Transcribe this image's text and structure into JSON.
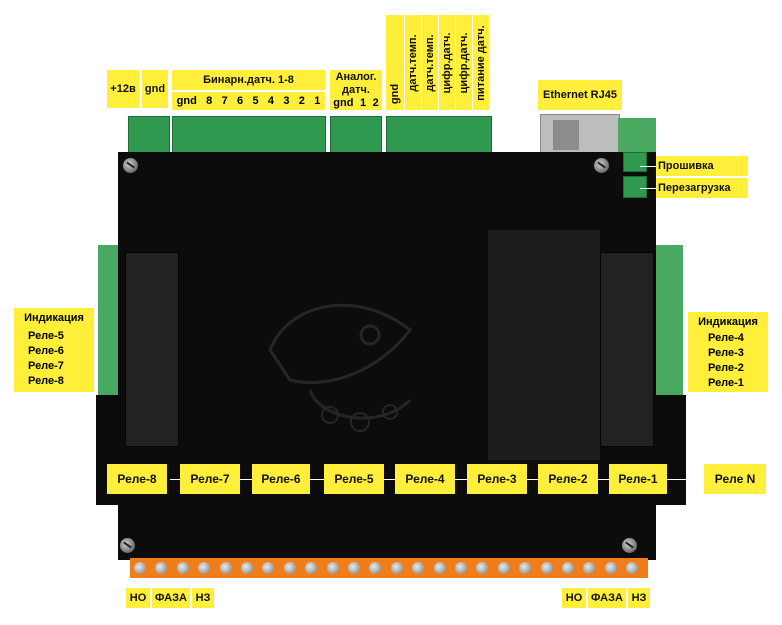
{
  "top_labels": {
    "plus12v": "+12в",
    "gnd_power": "gnd",
    "binary_title": "Бинарн.датч. 1-8",
    "binary_pins": [
      "gnd",
      "8",
      "7",
      "6",
      "5",
      "4",
      "3",
      "2",
      "1"
    ],
    "analog_title_1": "Аналог.",
    "analog_title_2": "датч.",
    "analog_pins": [
      "gnd",
      "1",
      "2"
    ],
    "sensor_vertical": [
      "gnd",
      "датч.темп.",
      "датч.темп.",
      "цифр.датч.",
      "цифр.датч.",
      "питание датч."
    ],
    "ethernet": "Ethernet RJ45"
  },
  "right_buttons": {
    "flash": "Прошивка",
    "reboot": "Перезагрузка"
  },
  "left_indication": {
    "title": "Индикация",
    "items": [
      "Реле-5",
      "Реле-6",
      "Реле-7",
      "Реле-8"
    ]
  },
  "right_indication": {
    "title": "Индикация",
    "items": [
      "Реле-4",
      "Реле-3",
      "Реле-2",
      "Реле-1"
    ]
  },
  "relays": [
    "Реле-8",
    "Реле-7",
    "Реле-6",
    "Реле-5",
    "Реле-4",
    "Реле-3",
    "Реле-2",
    "Реле-1"
  ],
  "relay_n": "Реле N",
  "bottom_left": [
    "НО",
    "ФАЗА",
    "НЗ"
  ],
  "bottom_right": [
    "НО",
    "ФАЗА",
    "НЗ"
  ]
}
